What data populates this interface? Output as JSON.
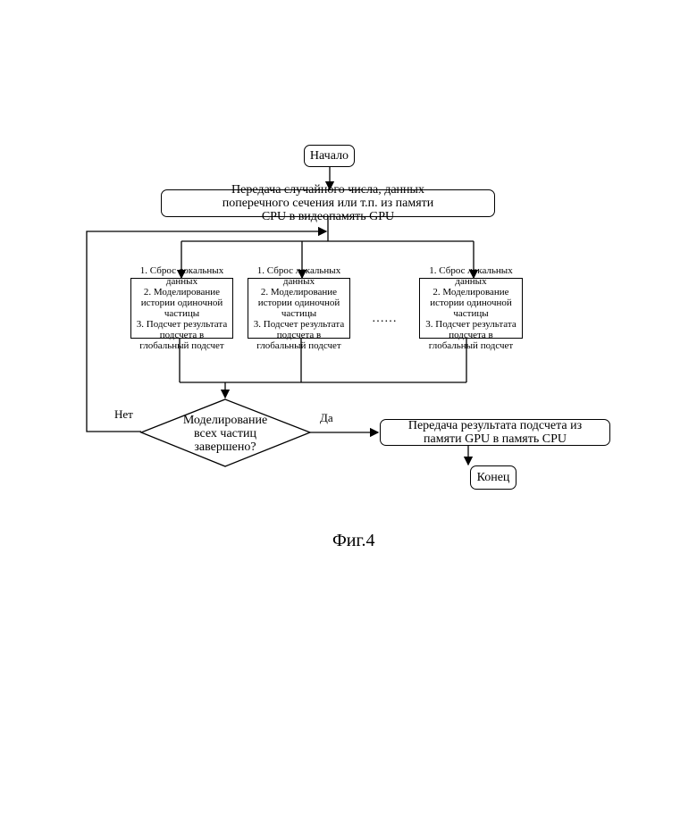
{
  "nodes": {
    "start": "Начало",
    "transfer_in": "Передача случайного числа, данных поперечного сечения или т.п. из памяти CPU в видеопамять GPU",
    "worker_1": "1. Сброс локальных данных\n2. Моделирование истории одиночной частицы\n3. Подсчет результата подсчета в глобальный подсчет",
    "worker_2": "1. Сброс локальных данных\n2. Моделирование истории одиночной частицы\n3. Подсчет результата подсчета в глобальный подсчет",
    "worker_n": "1. Сброс локальных данных\n2. Моделирование истории одиночной частицы\n3. Подсчет результата подсчета в глобальный подсчет",
    "ellipsis": "……",
    "decision": "Моделирование всех частиц завершено?",
    "transfer_out": "Передача результата подсчета из памяти GPU в память CPU",
    "end": "Конец"
  },
  "edge_labels": {
    "no": "Нет",
    "yes": "Да"
  },
  "caption": "Фиг.4"
}
